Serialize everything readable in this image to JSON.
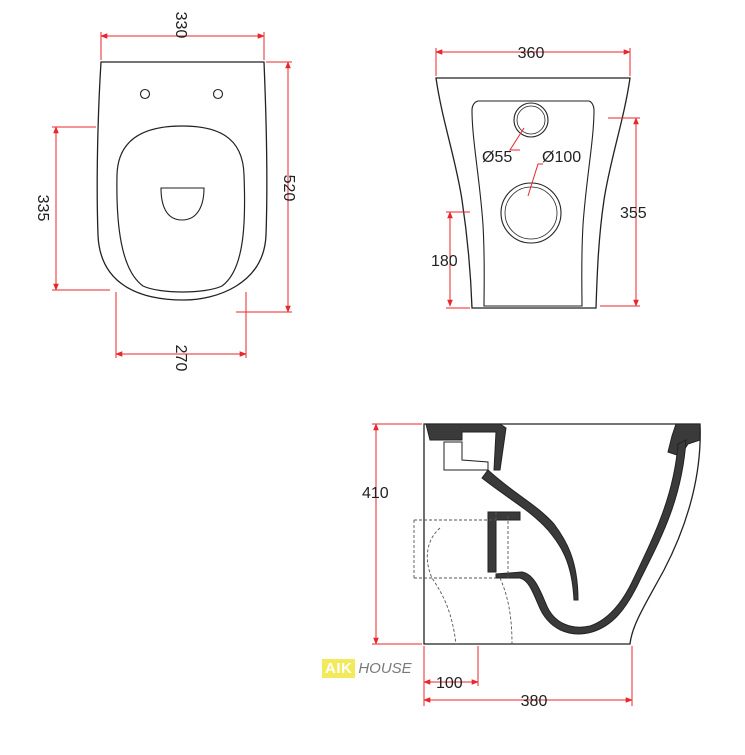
{
  "colors": {
    "outline": "#222222",
    "dimension": "#e8262b",
    "section_fill": "#3a3a3a",
    "hidden": "#555555",
    "logo_bg": "#f2ea5a"
  },
  "top_view": {
    "dim_top_width": "330",
    "dim_length": "520",
    "dim_seat_length": "335",
    "dim_bottom_width": "270"
  },
  "rear_view": {
    "dim_width": "360",
    "dim_small_hole": "Ø55",
    "dim_large_hole": "Ø100",
    "dim_hole_height": "355",
    "dim_inlet_height": "180"
  },
  "side_view": {
    "dim_height": "410",
    "dim_outlet_offset": "100",
    "dim_depth": "380"
  },
  "logo": {
    "brand_a": "AIK",
    "brand_b": "HOUSE"
  }
}
